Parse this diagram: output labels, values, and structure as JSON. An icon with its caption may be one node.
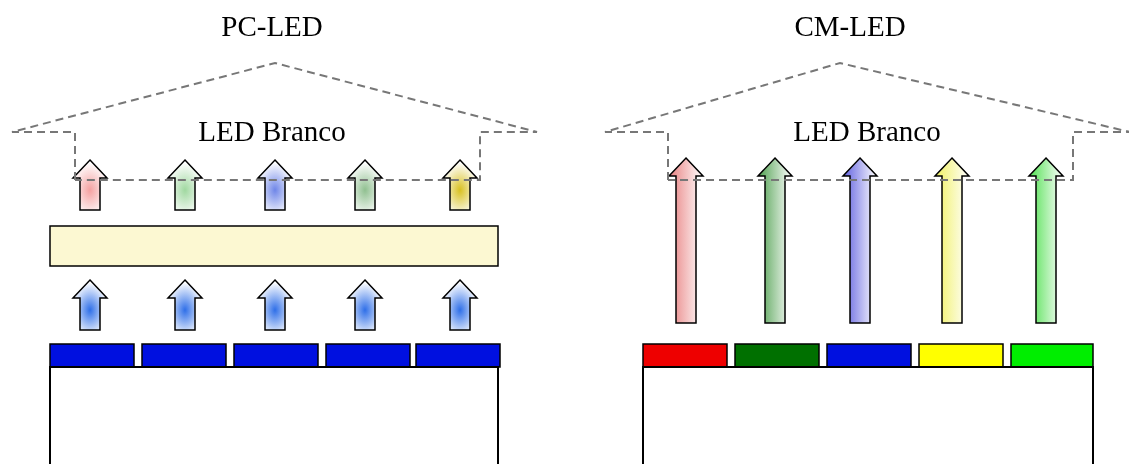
{
  "diagram": {
    "nodes": [
      {
        "text": [
          "LED Branco"
        ]
      },
      {
        "text": [
          "LED Branco"
        ]
      }
    ],
    "labels": [
      "PC-LED",
      "CM-LED"
    ]
  }
}
